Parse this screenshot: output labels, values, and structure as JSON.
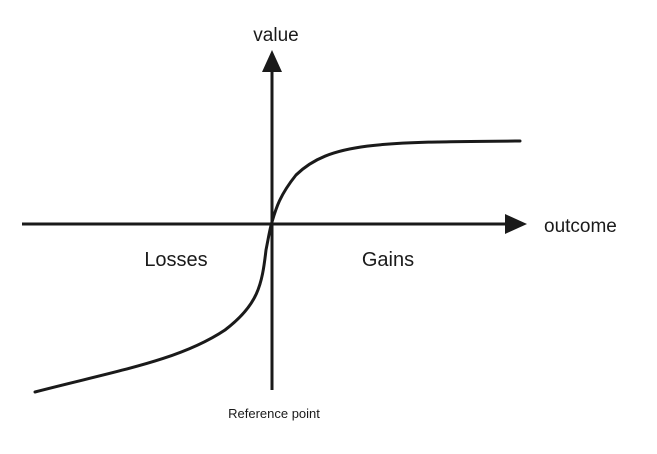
{
  "labels": {
    "y_axis": "value",
    "x_axis": "outcome",
    "left_region": "Losses",
    "right_region": "Gains",
    "origin": "Reference point"
  },
  "colors": {
    "ink": "#1a1a1a",
    "background": "#ffffff"
  }
}
